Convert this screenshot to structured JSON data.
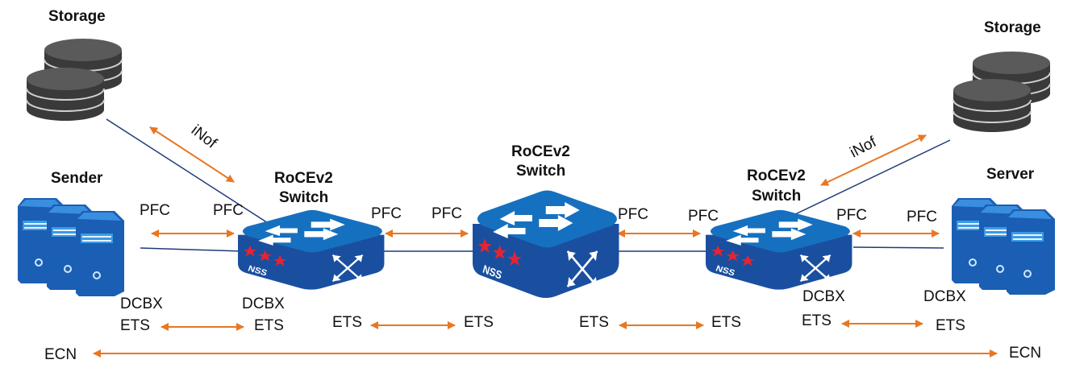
{
  "colors": {
    "arrow": "#e87722",
    "link": "#1f3a7a",
    "switch_top": "#1670c0",
    "switch_side": "#1a4fa0",
    "server": "#1565c0",
    "disk": "#555555",
    "star": "#e8232f"
  },
  "nodes": {
    "storage_left": "Storage",
    "storage_right": "Storage",
    "sender": "Sender",
    "server": "Server",
    "switch_left": [
      "RoCEv2",
      "Switch"
    ],
    "switch_center": [
      "RoCEv2",
      "Switch"
    ],
    "switch_right": [
      "RoCEv2",
      "Switch"
    ],
    "switch_brand": "NSS"
  },
  "protocols": {
    "inof_left": "iNof",
    "inof_right": "iNof",
    "pfc": [
      "PFC",
      "PFC",
      "PFC",
      "PFC",
      "PFC",
      "PFC",
      "PFC",
      "PFC"
    ],
    "dcbx": [
      "DCBX",
      "DCBX",
      "DCBX",
      "DCBX"
    ],
    "ets": [
      "ETS",
      "ETS",
      "ETS",
      "ETS",
      "ETS",
      "ETS",
      "ETS",
      "ETS"
    ],
    "ecn": [
      "ECN",
      "ECN"
    ]
  }
}
